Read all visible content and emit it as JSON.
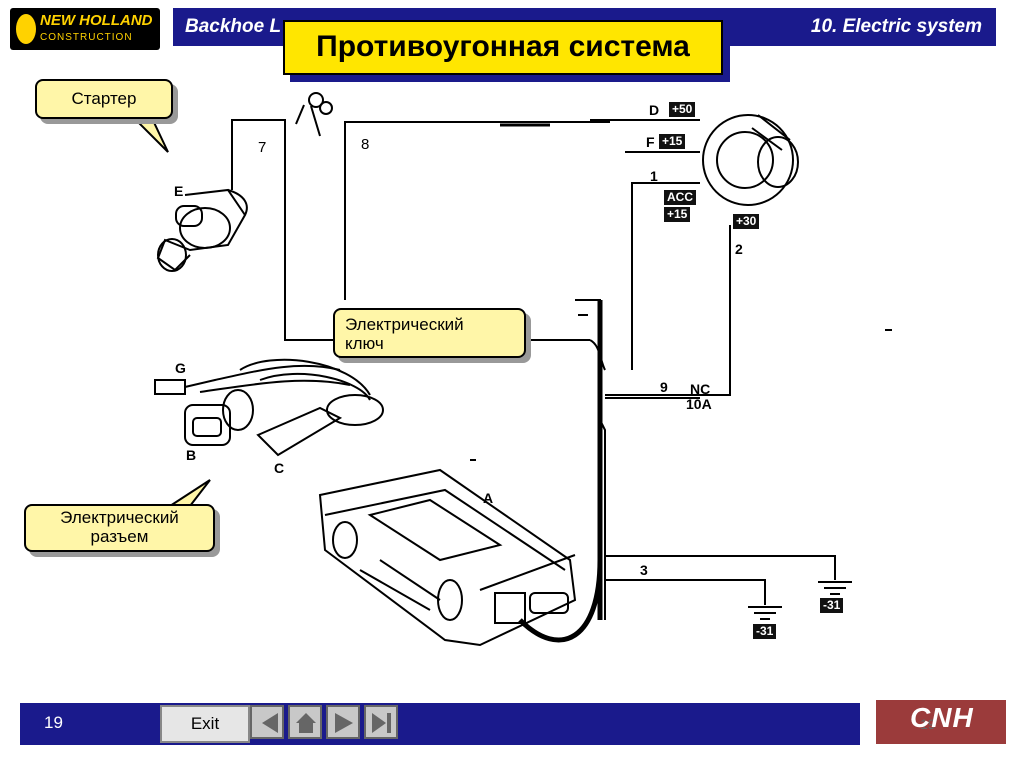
{
  "logo": {
    "brand": "NEW HOLLAND",
    "sub": "CONSTRUCTION"
  },
  "header": {
    "left": "Backhoe L",
    "right": "10. Electric system"
  },
  "title": "Противоугонная система",
  "callouts": {
    "starter": "Стартер",
    "key": [
      "Электрический",
      "ключ"
    ],
    "connector": [
      "Электрический",
      "разъем"
    ]
  },
  "components": {
    "E": "E",
    "G": "G",
    "B": "B",
    "C": "C",
    "A": "A"
  },
  "wires": {
    "w7": "7",
    "w8": "8",
    "wD": "D",
    "wF": "F",
    "w1": "1",
    "w2": "2",
    "w9": "9",
    "w3": "3",
    "nc": "NC",
    "fuse": "10A"
  },
  "badges": {
    "p50": "+50",
    "p15a": "+15",
    "acc": "ACC",
    "p15b": "+15",
    "p30": "+30",
    "m31a": "-31",
    "m31b": "-31"
  },
  "footer": {
    "page": "19",
    "exit": "Exit",
    "cnh": "CNH",
    "cnh_page": "19"
  }
}
